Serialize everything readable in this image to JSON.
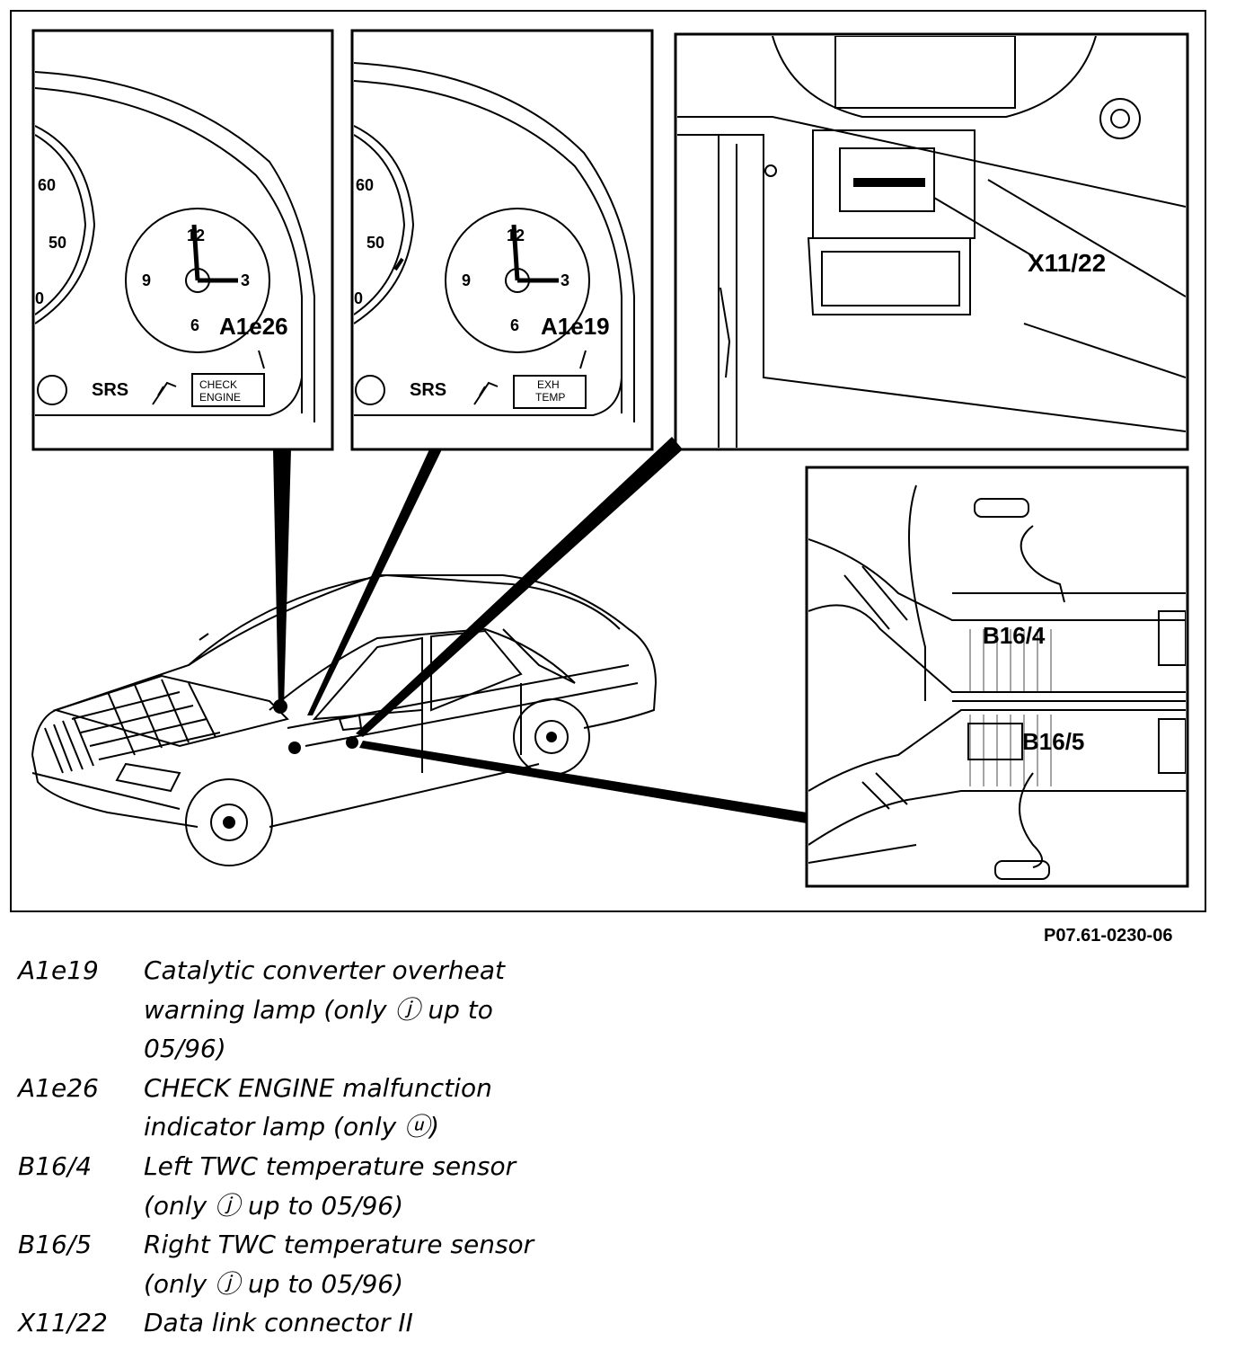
{
  "figure": {
    "ref_code": "P07.61-0230-06",
    "callouts": {
      "a1e26": "A1e26",
      "a1e19": "A1e19",
      "x11_22": "X11/22",
      "b16_4": "B16/4",
      "b16_5": "B16/5"
    },
    "cluster_text": {
      "srs": "SRS",
      "check": "CHECK",
      "engine": "ENGINE",
      "exh": "EXH",
      "temp": "TEMP",
      "speed_ticks": [
        "60",
        "50",
        "0"
      ],
      "clock_ticks": [
        "12",
        "3",
        "6",
        "9"
      ]
    }
  },
  "legend": [
    {
      "code": "A1e19",
      "lines": [
        "Catalytic converter overheat",
        "warning lamp (only ⓙ up to",
        "05/96)"
      ]
    },
    {
      "code": "A1e26",
      "lines": [
        "CHECK ENGINE malfunction",
        "indicator lamp (only ⓤ)"
      ]
    },
    {
      "code": "B16/4",
      "lines": [
        "Left TWC temperature sensor",
        "(only ⓙ up to 05/96)"
      ]
    },
    {
      "code": "B16/5",
      "lines": [
        "Right TWC temperature sensor",
        "(only ⓙ up to 05/96)"
      ]
    },
    {
      "code": "X11/22",
      "lines": [
        "Data link connector II"
      ]
    }
  ]
}
